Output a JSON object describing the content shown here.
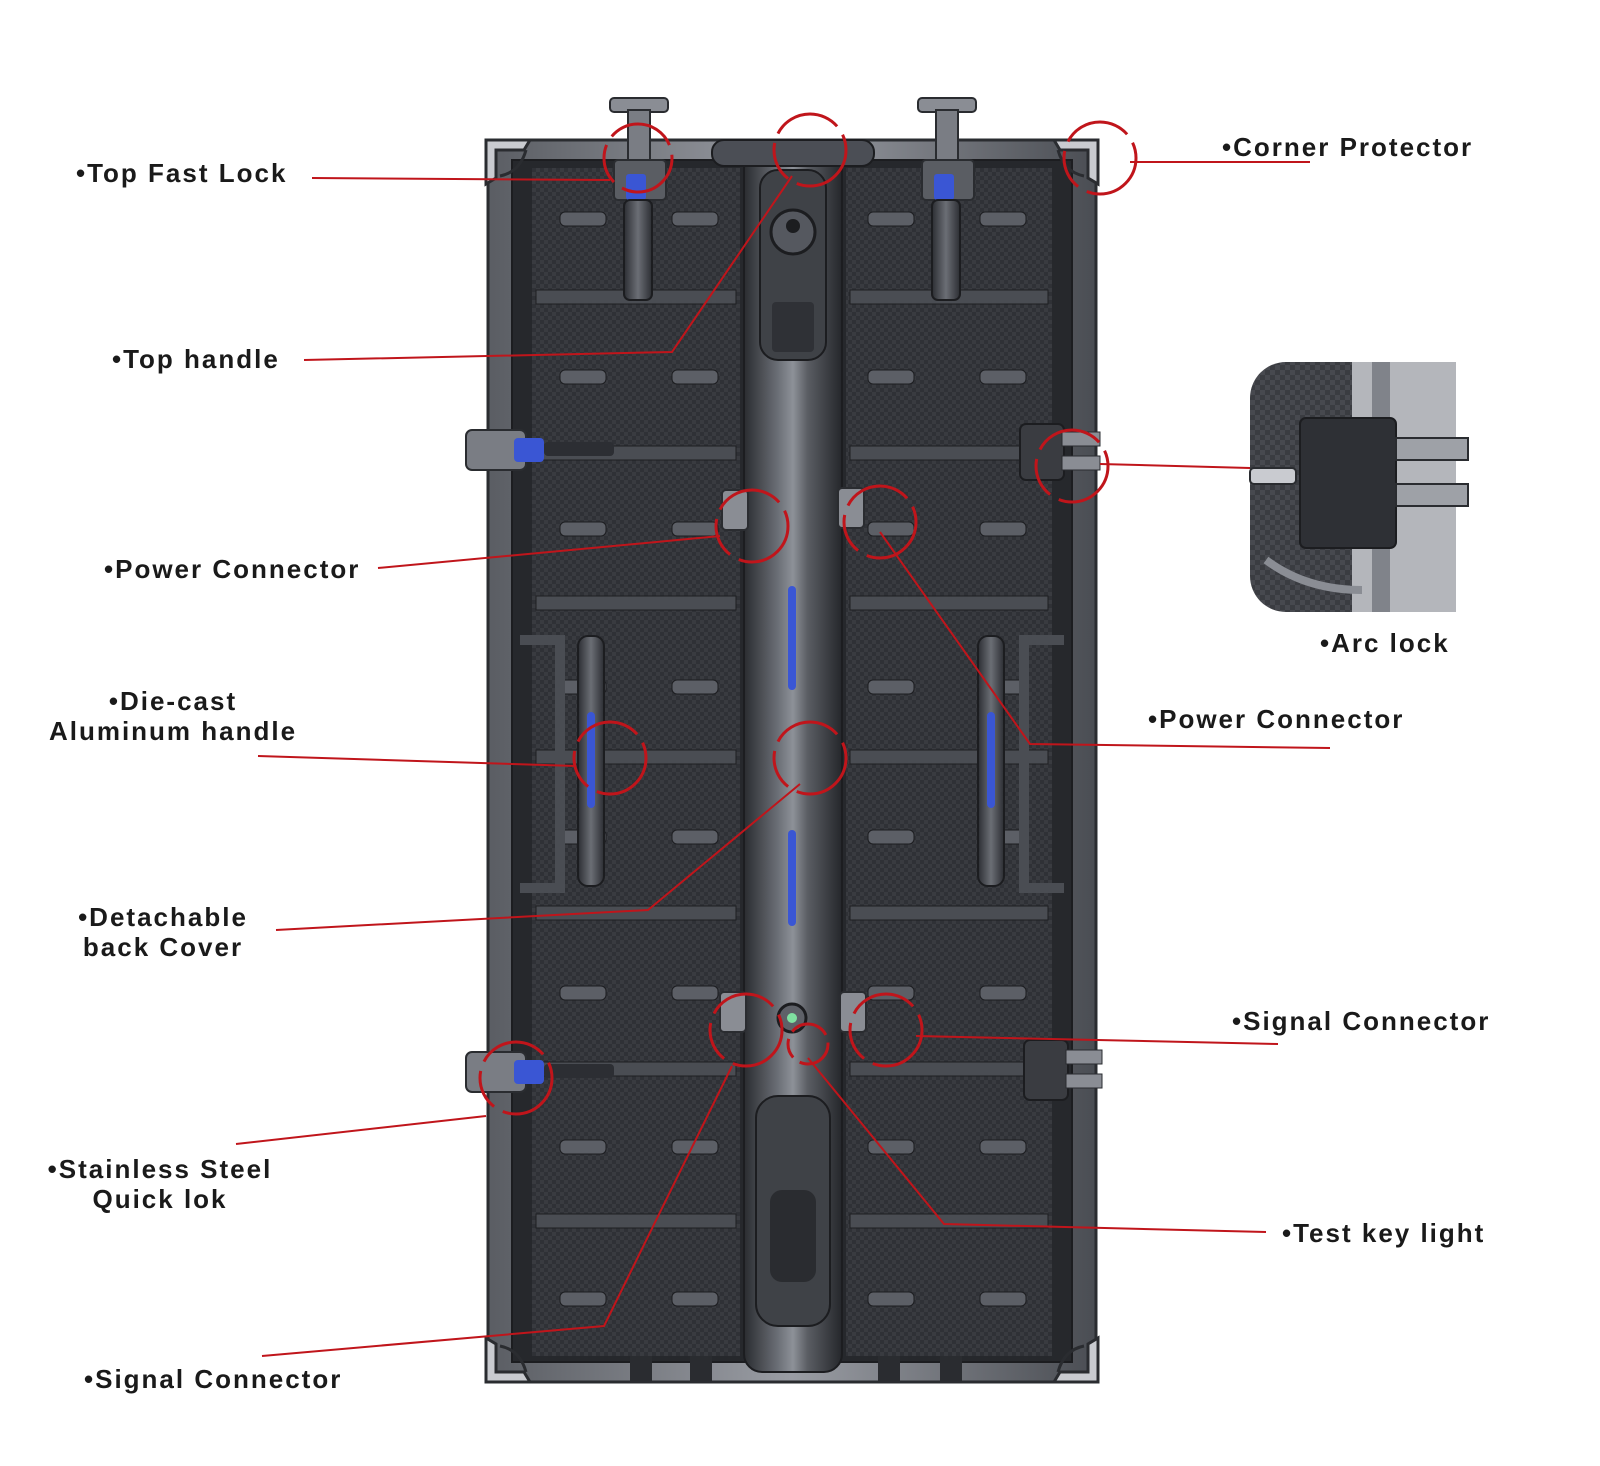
{
  "colors": {
    "callout": "#c0151b",
    "frame": "#3b3d42",
    "frame_light": "#8a8d94",
    "panel": "#2c2e33",
    "accent_blue": "#3a56d4",
    "text": "#1a1a1a"
  },
  "callouts": {
    "top_fast_lock": "•Top Fast Lock",
    "corner_protector": "•Corner Protector",
    "top_handle": "•Top handle",
    "arc_lock": "•Arc lock",
    "power_connector_left": "•Power Connector",
    "power_connector_right": "•Power Connector",
    "die_cast_line1": "•Die-cast",
    "die_cast_line2": "Aluminum handle",
    "detachable_line1": "•Detachable",
    "detachable_line2": "back Cover",
    "signal_connector_right": "•Signal Connector",
    "stainless_line1": "•Stainless Steel",
    "stainless_line2": "Quick lok",
    "test_key_light": "•Test key light",
    "signal_connector_left": "•Signal Connector"
  }
}
